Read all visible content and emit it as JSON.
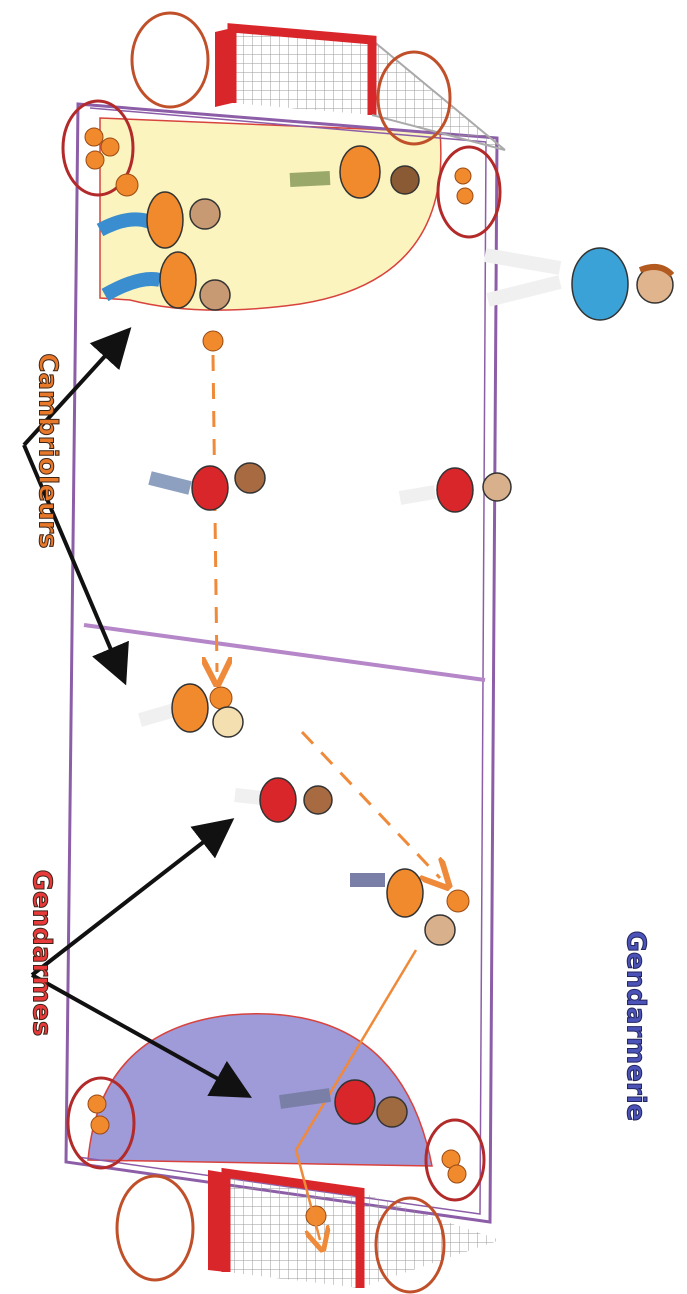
{
  "labels": {
    "thieves": "Cambrioleurs",
    "police": "Gendarmes",
    "police_station": "Gendarmerie"
  },
  "colors": {
    "court_line": "#8d5ea8",
    "thieves_zone": "#fbf4bf",
    "police_zone": "#9f9ad8",
    "goal_frame": "#d9262b",
    "hoop": "#c0502a",
    "ball": "#f08a2c",
    "thief_shirt": "#f08a2c",
    "police_shirt": "#d9262b",
    "pass_arrow": "#ef8a3a",
    "pointer_arrow": "#111111"
  },
  "icons": {
    "ball": "ball-icon",
    "hoop": "hoop-icon",
    "goal": "handball-goal-icon",
    "player": "player-figure-icon",
    "teacher": "teacher-figure-icon"
  }
}
